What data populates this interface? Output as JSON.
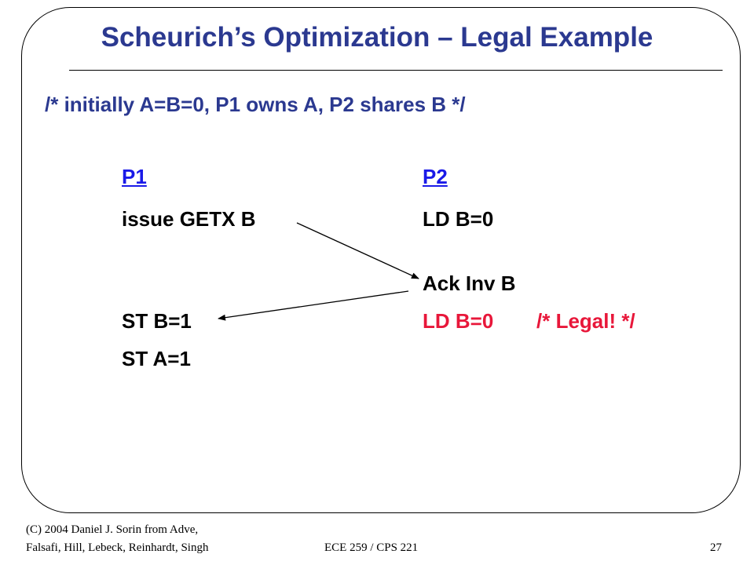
{
  "slide": {
    "title": "Scheurich’s Optimization – Legal Example",
    "comment": "/* initially A=B=0, P1 owns A, P2 shares B */",
    "p1": {
      "header": "P1",
      "issue": "issue GETX B",
      "store_b": "ST B=1",
      "store_a": "ST A=1"
    },
    "p2": {
      "header": "P2",
      "load1": "LD B=0",
      "ack": "Ack Inv B",
      "load2": "LD B=0",
      "legal_note": "/* Legal!  */"
    }
  },
  "footer": {
    "copyright_line1": "(C) 2004 Daniel J. Sorin from Adve,",
    "copyright_line2": "Falsafi, Hill, Lebeck, Reinhardt, Singh",
    "course": "ECE 259 / CPS 221",
    "page_number": "27"
  },
  "colors": {
    "title": "#2B3990",
    "header_link": "#1A1AE8",
    "highlight": "#E8173A",
    "text": "#000000"
  }
}
